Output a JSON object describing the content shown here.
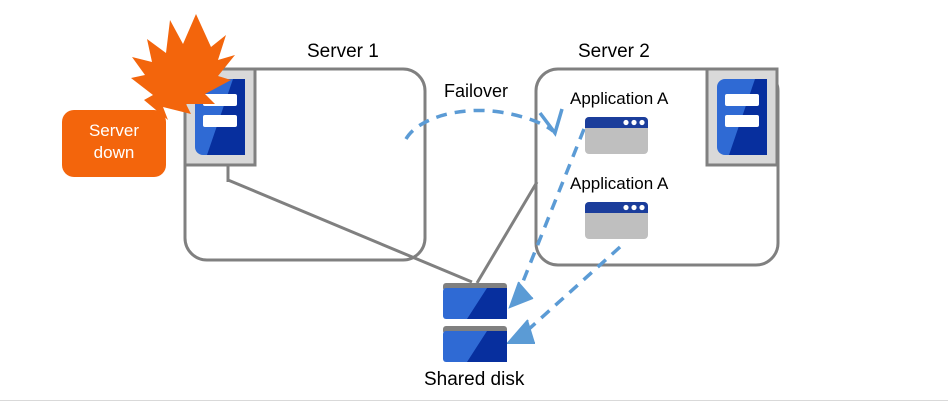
{
  "diagram": {
    "type": "failover-cluster-diagram",
    "servers": [
      {
        "id": "server1",
        "title": "Server 1",
        "state": "down",
        "apps": []
      },
      {
        "id": "server2",
        "title": "Server 2",
        "state": "up",
        "apps": [
          {
            "label": "Application A"
          },
          {
            "label": "Application A"
          }
        ]
      }
    ],
    "status_badge": {
      "line1": "Server",
      "line2": "down",
      "color": "#f3650c"
    },
    "failover": {
      "label": "Failover",
      "arrow_color": "#5b9bd5"
    },
    "storage": {
      "label": "Shared disk",
      "units": 2
    },
    "colors": {
      "accent_orange": "#f3650c",
      "box_outline": "#808080",
      "arrow_blue": "#5b9bd5",
      "server_blue_light": "#2f6ad4",
      "server_blue_dark": "#072f9e",
      "app_titlebar": "#1b3d9b",
      "app_body": "#bfbfbf",
      "disk_bar": "#808080",
      "icon_frame": "#d9d9d9",
      "text": "#000000"
    },
    "icons": {
      "server": "server-tower-icon",
      "app_window": "app-window-icon",
      "disk": "disk-stack-icon",
      "burst": "lightning-burst-icon"
    }
  }
}
